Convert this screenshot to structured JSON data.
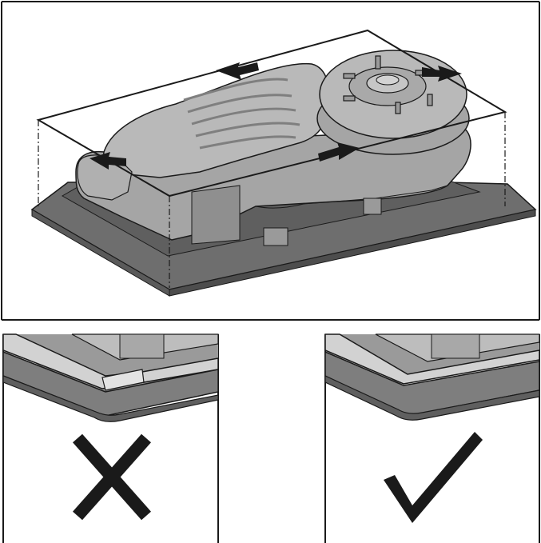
{
  "figure": {
    "main_illustration": "device-seal-placement",
    "panels": [
      {
        "id": "incorrect",
        "icon": "cross-mark-icon",
        "meaning": "wrong"
      },
      {
        "id": "correct",
        "icon": "check-mark-icon",
        "meaning": "right"
      }
    ]
  },
  "colors": {
    "line": "#1a1a1a",
    "base_dark": "#6e6e6e",
    "base_mid": "#8c8c8c",
    "device_light": "#b9b9b9",
    "device_mid": "#a5a5a5",
    "device_dark": "#7f7f7f",
    "seal_light": "#d8d8d8",
    "white": "#ffffff"
  }
}
